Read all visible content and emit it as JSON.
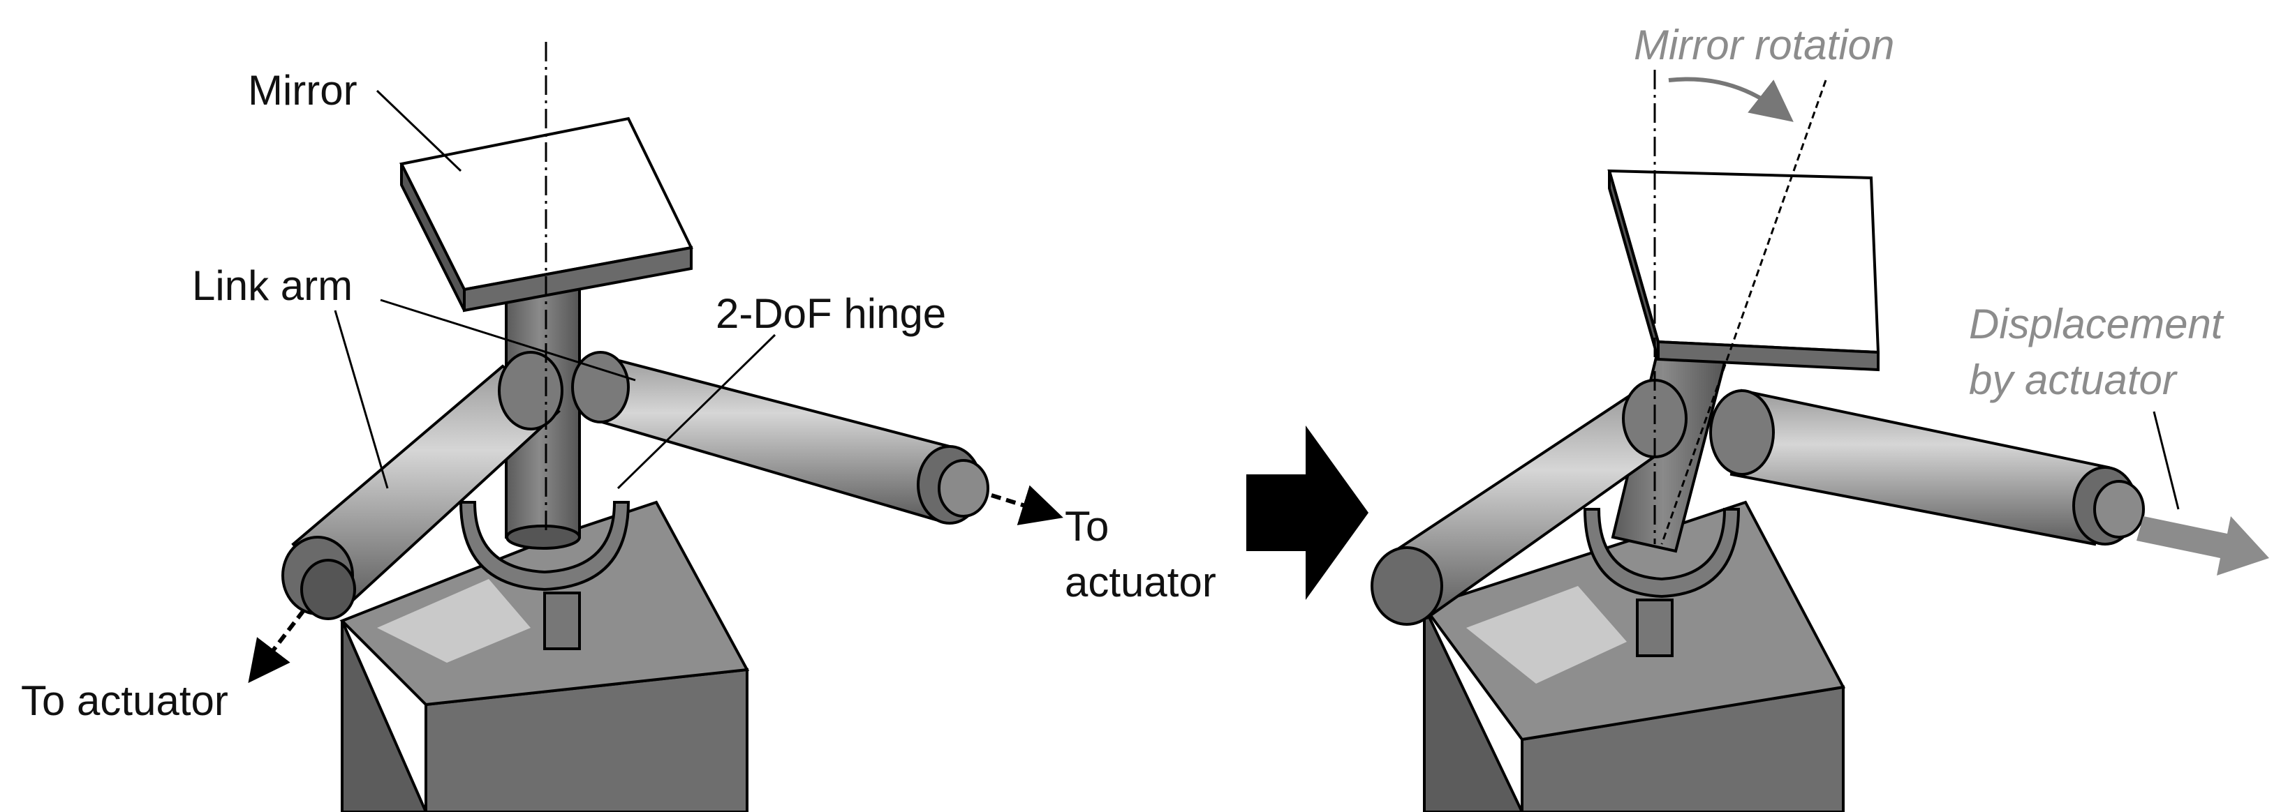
{
  "labels": {
    "mirror": "Mirror",
    "link_arm": "Link arm",
    "hinge": "2-DoF hinge",
    "to_actuator_right_1": "To",
    "to_actuator_right_2": "actuator",
    "to_actuator_left": "To actuator",
    "mirror_rotation": "Mirror rotation",
    "displacement_1": "Displacement",
    "displacement_2": "by actuator"
  },
  "colors": {
    "body_gray": "#6e6e6e",
    "dark_gray": "#4a4a4a",
    "light_gray": "#bdbdbd",
    "annotation_gray": "#8c8c8c",
    "arrow_black": "#000000"
  }
}
